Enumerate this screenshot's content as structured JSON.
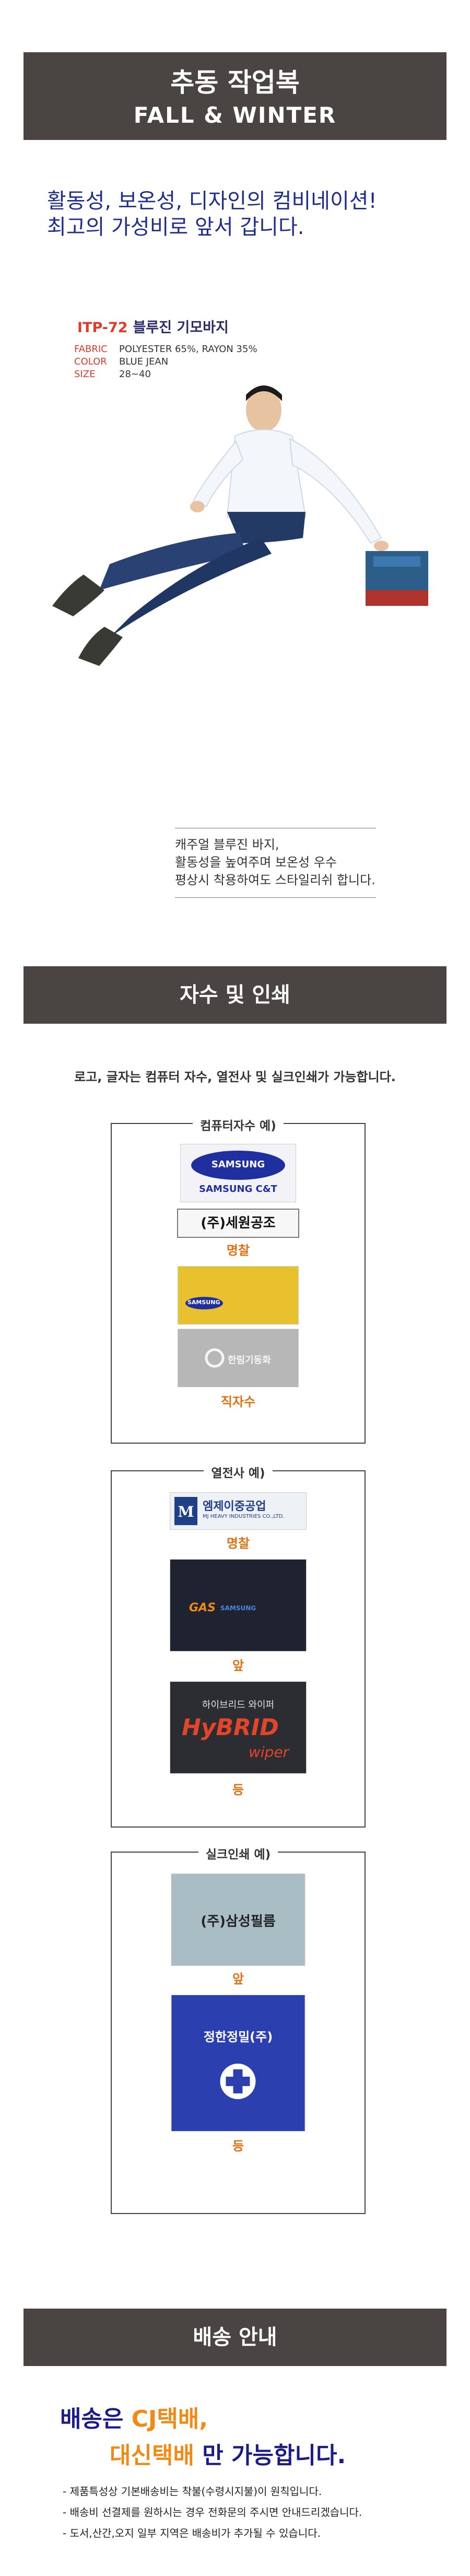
{
  "banner": {
    "line1": "추동 작업복",
    "line2": "FALL  &  WINTER"
  },
  "tagline": {
    "line1": "활동성, 보온성, 디자인의 컴비네이션!",
    "line2": "최고의 가성비로 앞서 갑니다."
  },
  "product": {
    "code": "ITP-72",
    "name": "블루진  기모바지",
    "specs": [
      {
        "key": "FABRIC",
        "value": "POLYESTER 65%, RAYON 35%"
      },
      {
        "key": "COLOR",
        "value": "BLUE JEAN"
      },
      {
        "key": "SIZE",
        "value": "28~40"
      }
    ]
  },
  "caption": [
    "캐주얼 블루진 바지,",
    "활동성을 높여주며 보온성 우수",
    "평상시 착용하여도 스타일리쉬 합니다."
  ],
  "sections": {
    "print_title": "자수 및 인쇄",
    "print_note": "로고, 글자는 컴퓨터 자수, 열전사 및 실크인쇄가 가능합니다.",
    "ship_title": "배송 안내"
  },
  "box1": {
    "title": "컴퓨터자수 예)",
    "samples": [
      {
        "text1": "SAMSUNG",
        "text2": "SAMSUNG C&T"
      },
      {
        "text1": "(주)세원공조"
      },
      {
        "text1": "SAMSUNG"
      },
      {
        "text1": "한림기동화"
      }
    ],
    "label1": "명찰",
    "label2": "직자수"
  },
  "box2": {
    "title": "열전사 예)",
    "sample1": {
      "text1": "엠제이중공업",
      "text2": "MJ HEAVY INDUSTRIES CO.,LTD."
    },
    "label1": "명찰",
    "sample2": {
      "text1": "GAS",
      "text2": "SAMSUNG"
    },
    "label2": "앞",
    "sample3": {
      "text1": "하이브리드 와이퍼",
      "text2": "HyBRID",
      "text3": "wiper"
    },
    "label3": "등"
  },
  "box3": {
    "title": "실크인쇄 예)",
    "sample1": {
      "text1": "(주)삼성필름"
    },
    "label1": "앞",
    "sample2": {
      "text1": "정한정밀(주)"
    },
    "label2": "등"
  },
  "shipping": {
    "head1a": "배송은 ",
    "head1b": "CJ택배,",
    "head2a": "대신택배",
    "head2b": " 만 가능합니다.",
    "notes": [
      "제품특성상 기본배송비는 착불(수령시지불)이 원칙입니다.",
      "배송비 선결제를 원하시는 경우 전화문의 주시면 안내드리겠습니다.",
      "도서,산간,오지 일부 지역은 배송비가 추가될 수 있습니다."
    ]
  },
  "colors": {
    "banner": "#4a4442",
    "accent_red": "#e03a2a",
    "accent_orange": "#e2700f",
    "navy": "#1f2d8f"
  }
}
